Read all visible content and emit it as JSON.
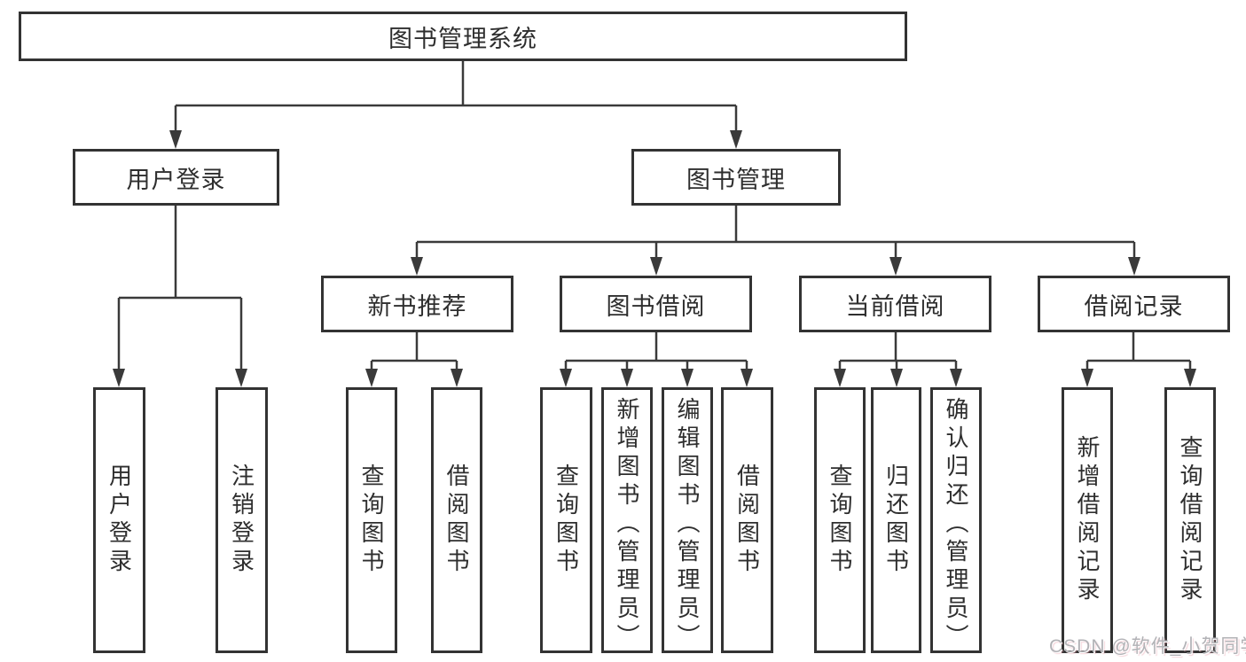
{
  "diagram_title": "图书管理系统",
  "nodes": {
    "root": "图书管理系统",
    "level2": [
      {
        "label": "用户登录"
      },
      {
        "label": "图书管理"
      }
    ],
    "level3": [
      {
        "label": "新书推荐",
        "parent": "图书管理"
      },
      {
        "label": "图书借阅",
        "parent": "图书管理"
      },
      {
        "label": "当前借阅",
        "parent": "图书管理"
      },
      {
        "label": "借阅记录",
        "parent": "图书管理"
      }
    ],
    "leaves": [
      {
        "label": "用户登录",
        "parent": "用户登录"
      },
      {
        "label": "注销登录",
        "parent": "用户登录"
      },
      {
        "label": "查询图书",
        "parent": "新书推荐"
      },
      {
        "label": "借阅图书",
        "parent": "新书推荐"
      },
      {
        "label": "查询图书",
        "parent": "图书借阅"
      },
      {
        "label": "新增图书（管理员）",
        "parent": "图书借阅"
      },
      {
        "label": "编辑图书（管理员）",
        "parent": "图书借阅"
      },
      {
        "label": "借阅图书",
        "parent": "图书借阅"
      },
      {
        "label": "查询图书",
        "parent": "当前借阅"
      },
      {
        "label": "归还图书",
        "parent": "当前借阅"
      },
      {
        "label": "确认归还（管理员）",
        "parent": "当前借阅"
      },
      {
        "label": "新增借阅记录",
        "parent": "借阅记录"
      },
      {
        "label": "查询借阅记录",
        "parent": "借阅记录"
      }
    ]
  },
  "watermark": {
    "text": "CSDN @软件_小贺同学"
  },
  "colors": {
    "line": "#3a3a3a",
    "box_border": "#333333",
    "text": "#2e2e2e",
    "background": "#ffffff",
    "watermark": "#b2b2b6"
  }
}
